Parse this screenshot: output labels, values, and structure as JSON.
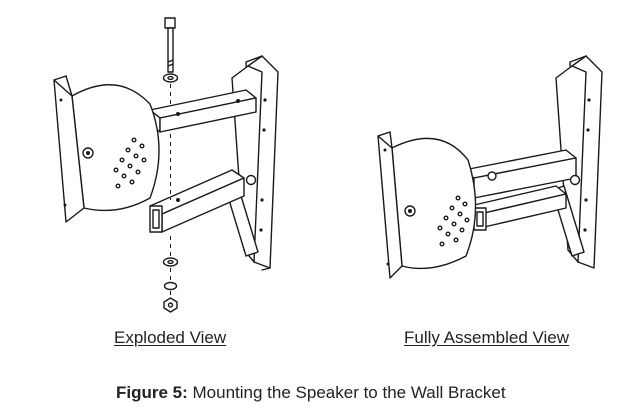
{
  "figure": {
    "label": "Figure 5:",
    "title": " Mounting the Speaker to the Wall Bracket"
  },
  "views": {
    "exploded": "Exploded View",
    "assembled": "Fully Assembled View"
  },
  "colors": {
    "line": "#1a1a1a",
    "background": "#ffffff"
  }
}
